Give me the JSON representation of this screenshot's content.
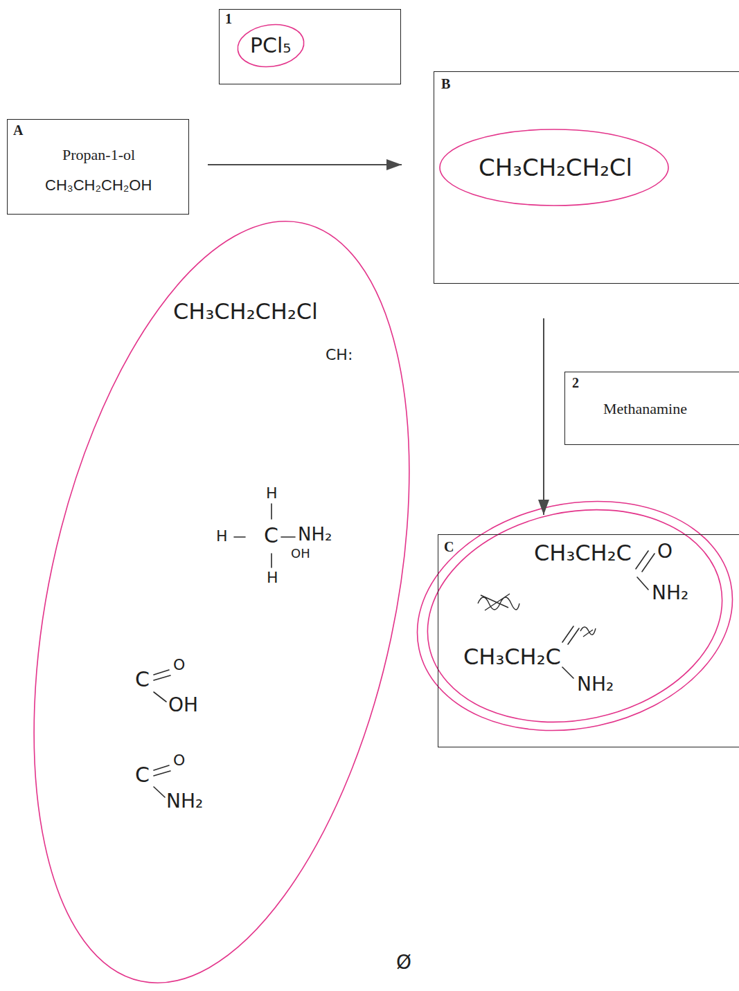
{
  "diagram": {
    "nodes": [
      {
        "text": [
          "A",
          "Propan-1-ol",
          "CH₃CH₂CH₂OH"
        ]
      },
      {
        "text": [
          "1",
          "PCl₅"
        ]
      },
      {
        "text": [
          "B",
          "CH₃CH₂CH₂Cl"
        ]
      },
      {
        "text": [
          "2",
          "Methanamine"
        ]
      },
      {
        "text": [
          "C",
          "CH₃CH₂C",
          "O",
          "NH₂",
          "CH₃CH₂C",
          "NH₂"
        ]
      }
    ],
    "edges": [
      {
        "from": 0,
        "to": 2,
        "arrow": "to"
      },
      {
        "from": 2,
        "to": 4,
        "arrow": "to"
      }
    ],
    "labels": [
      "CH₃CH₂CH₂Cl",
      "CH:",
      "H",
      "H",
      "C",
      "NH₂",
      "OH",
      "H",
      "C",
      "O",
      "OH",
      "C",
      "O",
      "NH₂",
      "Ø"
    ]
  }
}
